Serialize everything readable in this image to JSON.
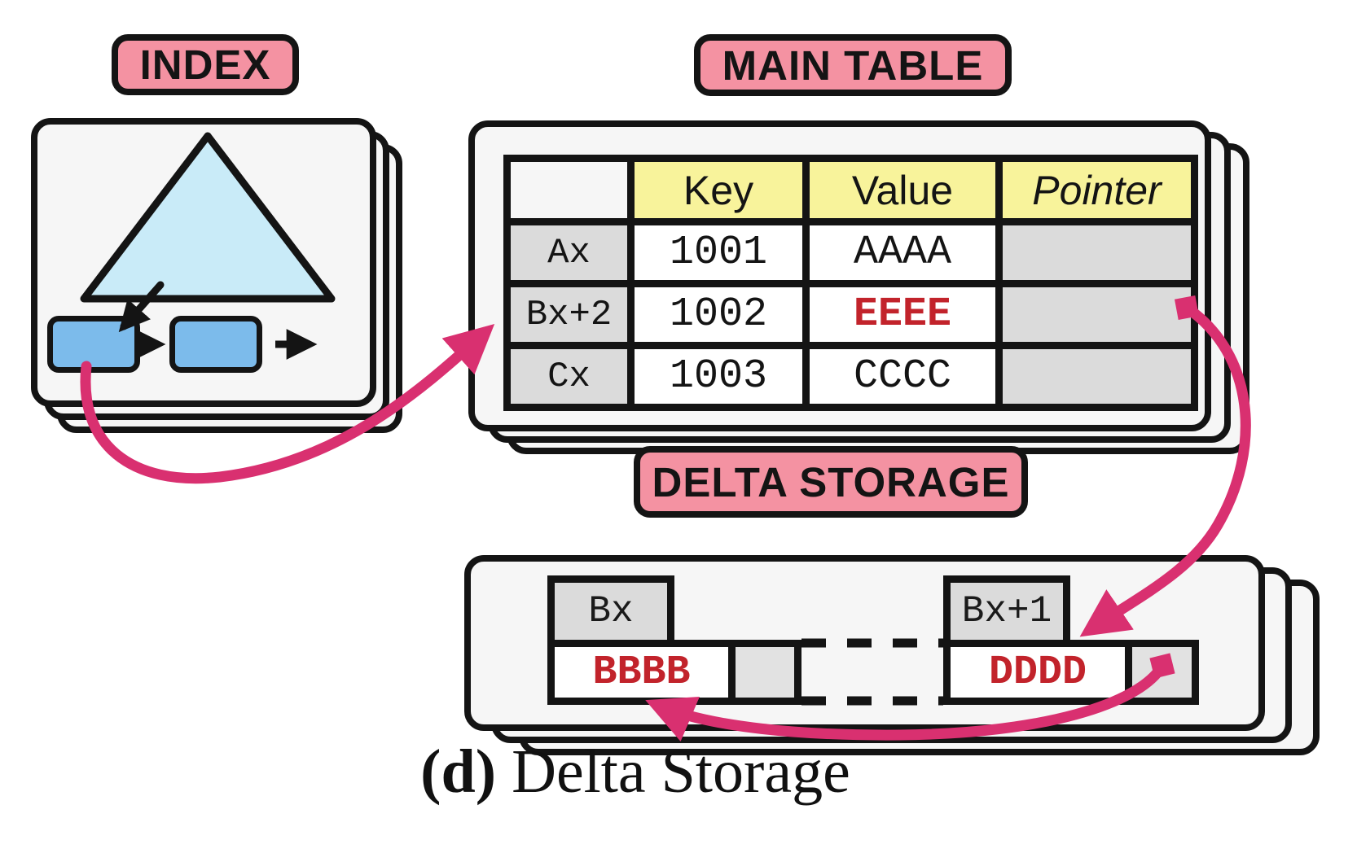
{
  "labels": {
    "index": "INDEX",
    "main_table": "MAIN TABLE",
    "delta_storage": "DELTA STORAGE"
  },
  "main_table": {
    "headers": {
      "key": "Key",
      "value": "Value",
      "pointer": "Pointer"
    },
    "rows": [
      {
        "label": "Ax",
        "key": "1001",
        "value": "AAAA",
        "highlighted": false
      },
      {
        "label": "Bx+2",
        "key": "1002",
        "value": "EEEE",
        "highlighted": true
      },
      {
        "label": "Cx",
        "key": "1003",
        "value": "CCCC",
        "highlighted": false
      }
    ]
  },
  "delta_storage": {
    "entries": [
      {
        "label": "Bx",
        "value": "BBBB"
      },
      {
        "label": "Bx+1",
        "value": "DDDD"
      }
    ]
  },
  "caption": {
    "prefix": "(d)",
    "rest": " Delta Storage"
  },
  "colors": {
    "badge_pink": "#F492A2",
    "arrow_magenta": "#D93070",
    "highlight_red": "#C2232B",
    "node_blue": "#7CBBEB",
    "tree_blue": "#C9EBF8",
    "header_yellow": "#F8F39B",
    "cell_gray": "#DBDBDB",
    "panel_bg": "#F6F6F6",
    "ink": "#141414"
  }
}
